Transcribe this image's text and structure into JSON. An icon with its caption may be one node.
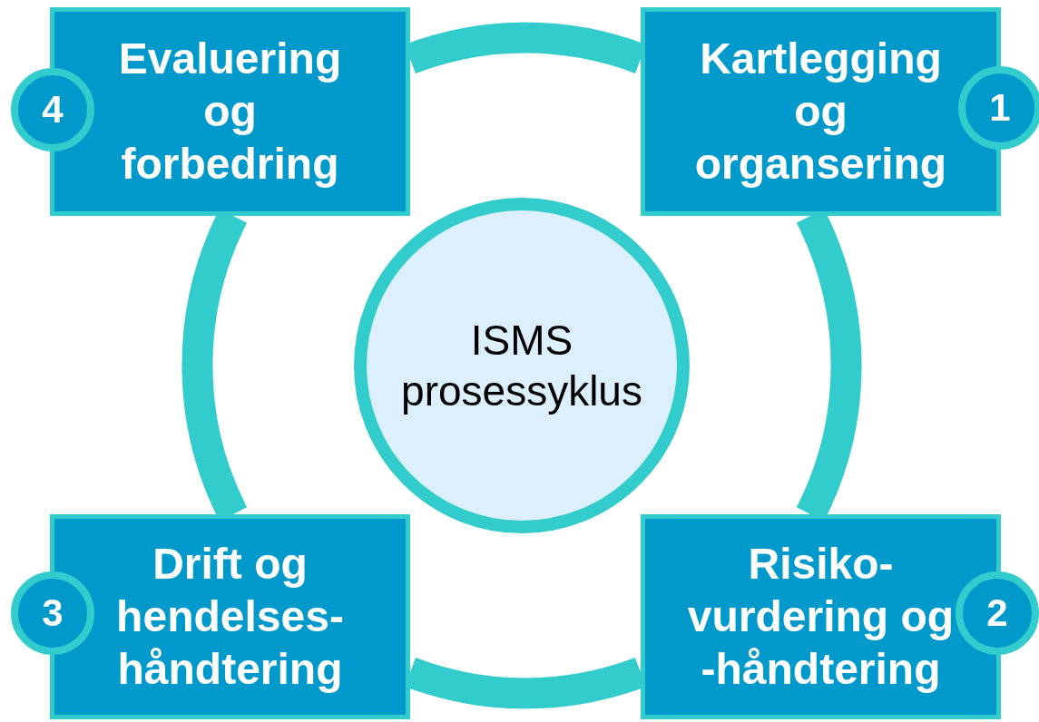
{
  "diagram": {
    "nodes": [
      {
        "text": [
          "Evaluering og forbedring"
        ]
      },
      {
        "text": [
          "4"
        ]
      },
      {
        "text": [
          "Kartlegging og organsering"
        ]
      },
      {
        "text": [
          "1"
        ]
      },
      {
        "text": [
          "ISMS prosessyklus"
        ]
      },
      {
        "text": [
          "Drift og hendelses- håndtering"
        ]
      },
      {
        "text": [
          "3"
        ]
      },
      {
        "text": [
          "Risiko- vurdering og -håndtering"
        ]
      },
      {
        "text": [
          "2"
        ]
      }
    ],
    "edges": [
      {
        "from": 2,
        "to": 7,
        "arrow": "none"
      },
      {
        "from": 7,
        "to": 5,
        "arrow": "none"
      },
      {
        "from": 5,
        "to": 0,
        "arrow": "none"
      },
      {
        "from": 0,
        "to": 2,
        "arrow": "none"
      }
    ]
  }
}
